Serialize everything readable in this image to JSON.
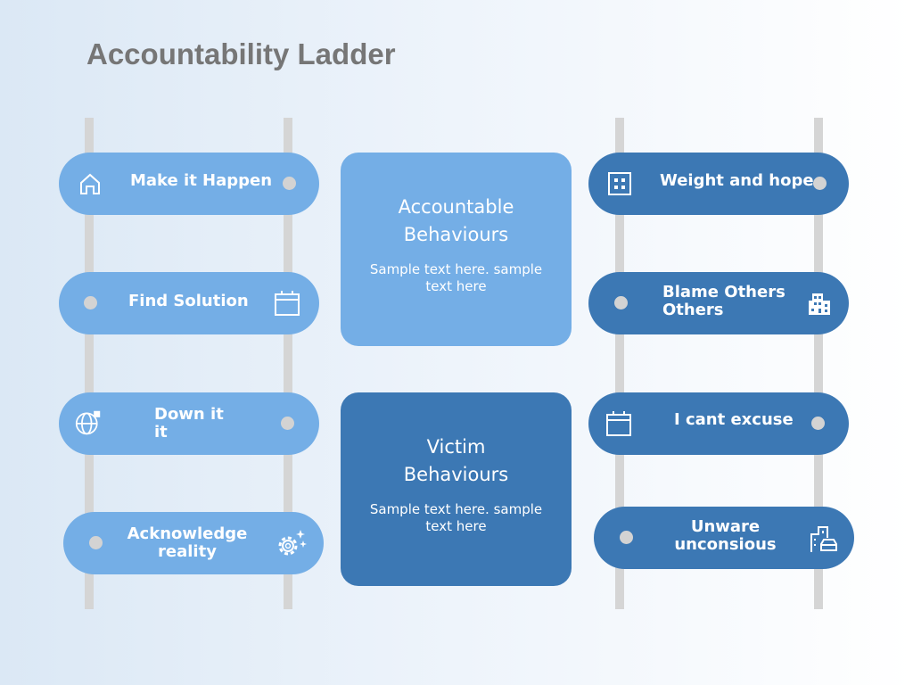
{
  "title": "Accountability Ladder",
  "left_items": [
    {
      "label": "Make it Happen",
      "icon": "home-icon"
    },
    {
      "label": "Find Solution",
      "icon": "calendar-icon"
    },
    {
      "label": "Down it\nit",
      "icon": "globe-icon"
    },
    {
      "label": "Acknowledge\nreality",
      "icon": "gear-sparkle-icon"
    }
  ],
  "right_items": [
    {
      "label": "Weight and hope",
      "icon": "grid-icon"
    },
    {
      "label": "Blame Others\nOthers",
      "icon": "building-icon"
    },
    {
      "label": "I cant excuse",
      "icon": "calendar-icon"
    },
    {
      "label": "Unware\nunconsious",
      "icon": "building-car-icon"
    }
  ],
  "center": {
    "accountable": {
      "heading": "Accountable\nBehaviours",
      "text": "Sample text here. sample text here"
    },
    "victim": {
      "heading": "Victim\nBehaviours",
      "text": "Sample text here. sample text here"
    }
  },
  "colors": {
    "light": "#74aee6",
    "dark": "#3c78b4",
    "rail": "#d5d5d5",
    "title": "#767676"
  }
}
